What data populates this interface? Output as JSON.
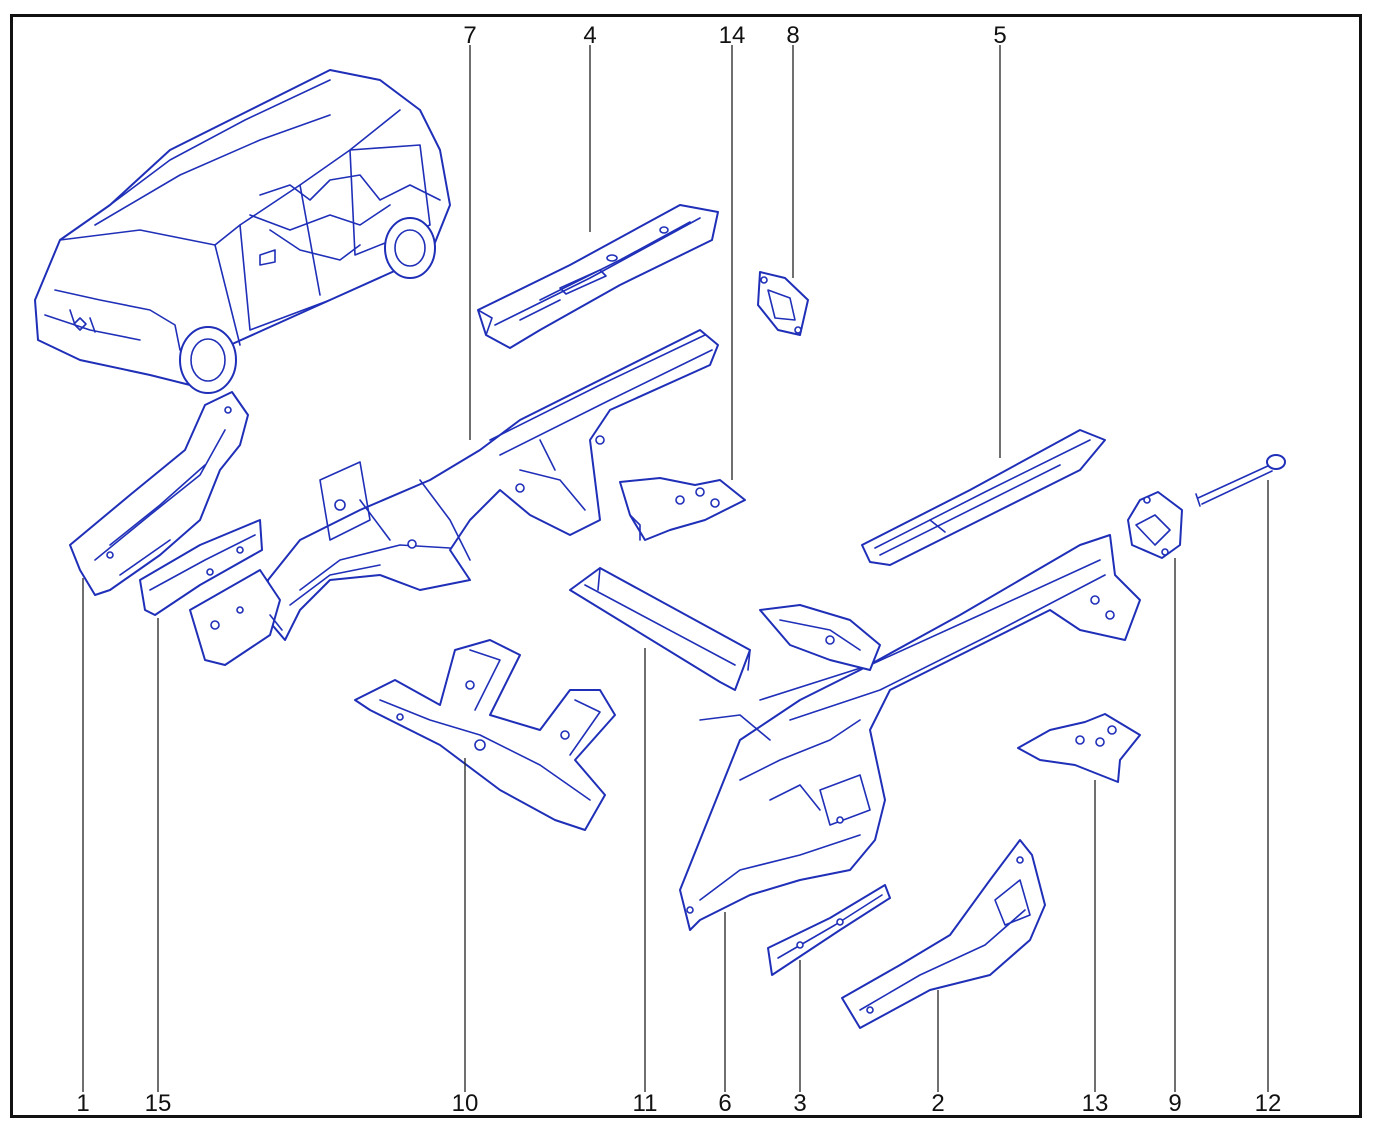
{
  "diagram": {
    "labels": {
      "top": [
        "7",
        "4",
        "14",
        "8",
        "5"
      ],
      "bottom": [
        "1",
        "15",
        "10",
        "11",
        "6",
        "3",
        "2",
        "13",
        "9",
        "12"
      ]
    }
  },
  "colors": {
    "line": "#1f2fb8",
    "frame": "#111111",
    "leader": "#222222"
  }
}
